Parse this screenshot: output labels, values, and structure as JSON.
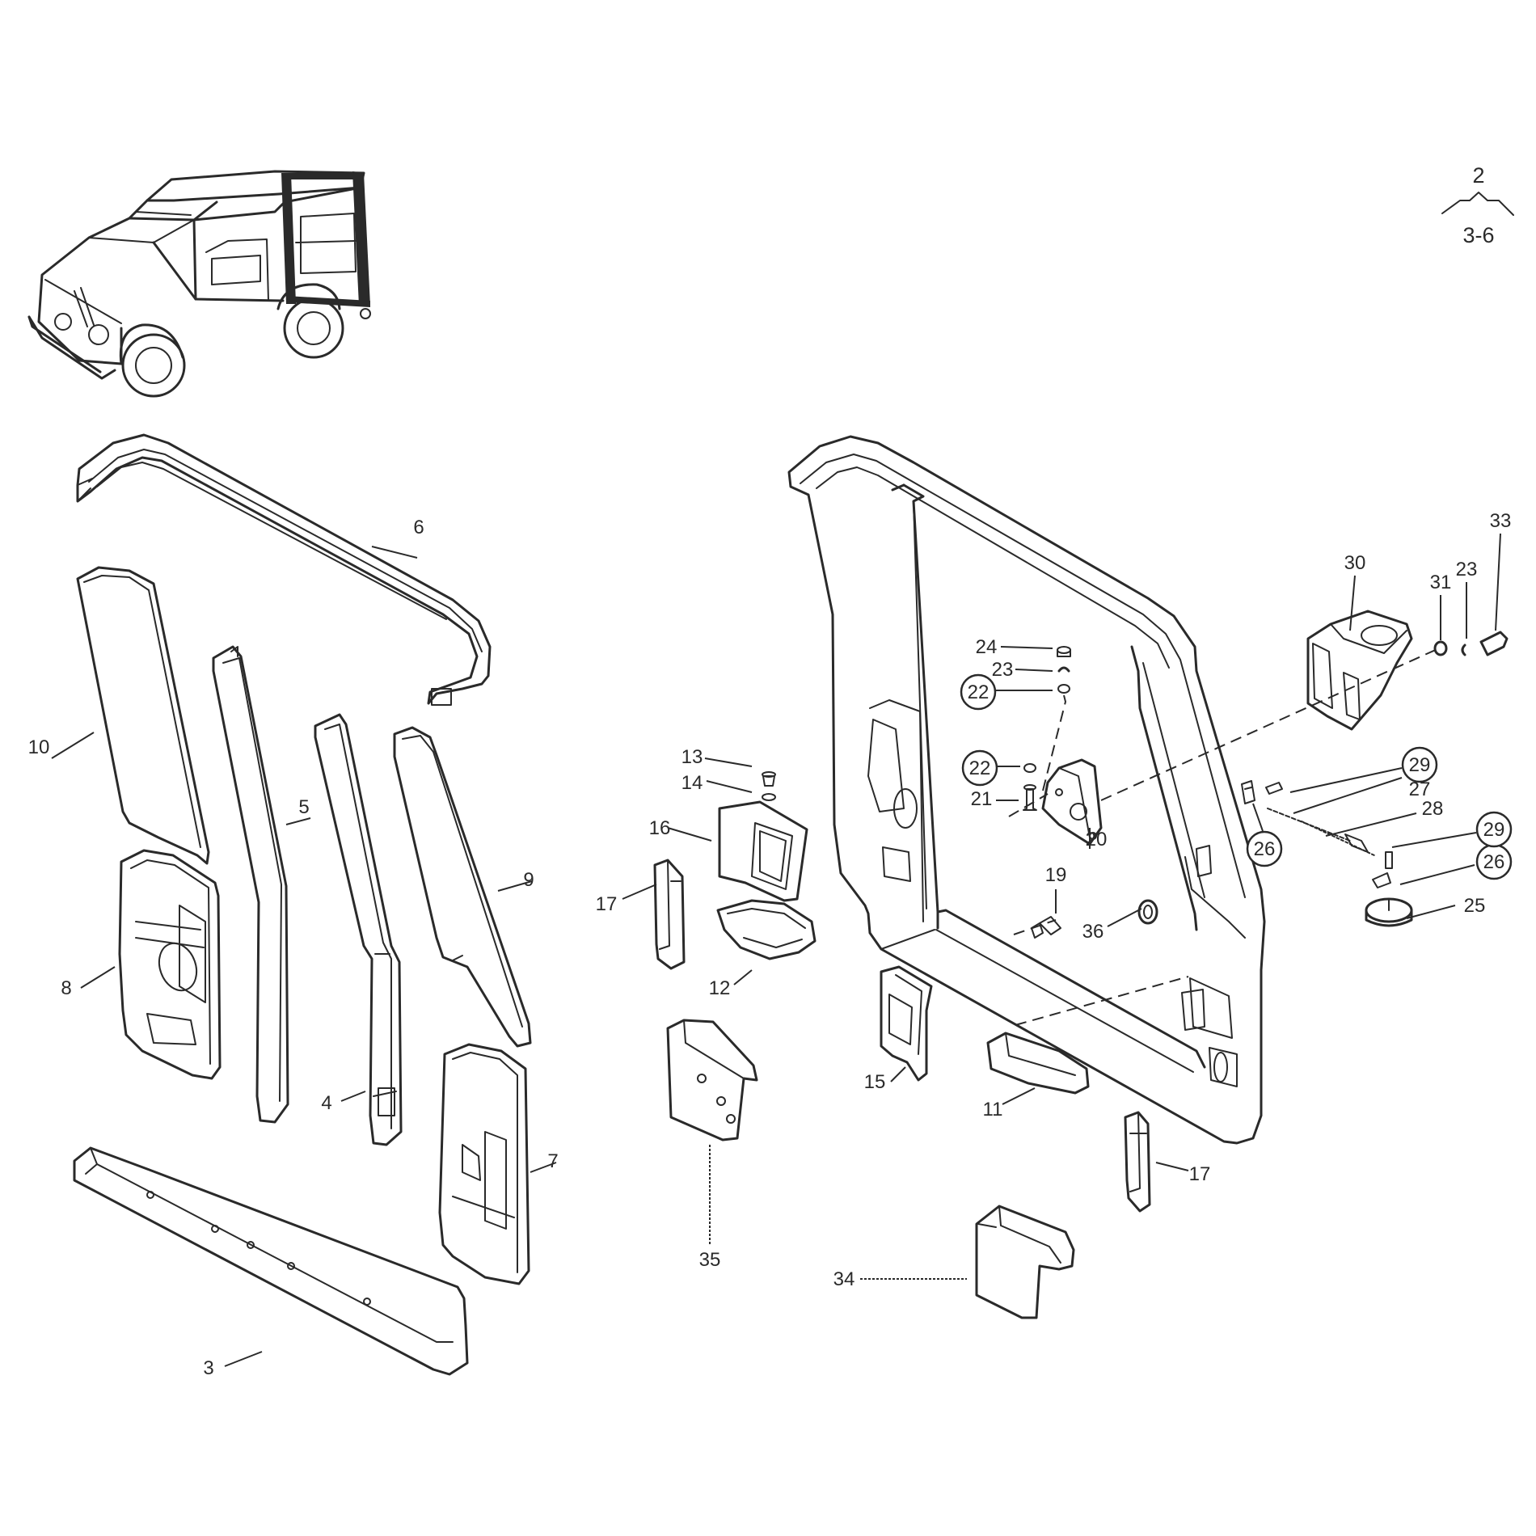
{
  "reference": {
    "top": "2",
    "bottom": "3-6"
  },
  "callouts": [
    {
      "id": "c3",
      "text": "3",
      "circled": false
    },
    {
      "id": "c4",
      "text": "4",
      "circled": false
    },
    {
      "id": "c5",
      "text": "5",
      "circled": false
    },
    {
      "id": "c6",
      "text": "6",
      "circled": false
    },
    {
      "id": "c7",
      "text": "7",
      "circled": false
    },
    {
      "id": "c8",
      "text": "8",
      "circled": false
    },
    {
      "id": "c9",
      "text": "9",
      "circled": false
    },
    {
      "id": "c10",
      "text": "10",
      "circled": false
    },
    {
      "id": "c11",
      "text": "11",
      "circled": false
    },
    {
      "id": "c12",
      "text": "12",
      "circled": false
    },
    {
      "id": "c13",
      "text": "13",
      "circled": false
    },
    {
      "id": "c14",
      "text": "14",
      "circled": false
    },
    {
      "id": "c15",
      "text": "15",
      "circled": false
    },
    {
      "id": "c16",
      "text": "16",
      "circled": false
    },
    {
      "id": "c17a",
      "text": "17",
      "circled": false
    },
    {
      "id": "c17b",
      "text": "17",
      "circled": false
    },
    {
      "id": "c19",
      "text": "19",
      "circled": false
    },
    {
      "id": "c20",
      "text": "20",
      "circled": false
    },
    {
      "id": "c21",
      "text": "21",
      "circled": false
    },
    {
      "id": "c22a",
      "text": "22",
      "circled": true
    },
    {
      "id": "c22b",
      "text": "22",
      "circled": true
    },
    {
      "id": "c23a",
      "text": "23",
      "circled": false
    },
    {
      "id": "c23b",
      "text": "23",
      "circled": false
    },
    {
      "id": "c24",
      "text": "24",
      "circled": false
    },
    {
      "id": "c25",
      "text": "25",
      "circled": false
    },
    {
      "id": "c26a",
      "text": "26",
      "circled": true
    },
    {
      "id": "c26b",
      "text": "26",
      "circled": true
    },
    {
      "id": "c27",
      "text": "27",
      "circled": false
    },
    {
      "id": "c28",
      "text": "28",
      "circled": false
    },
    {
      "id": "c29a",
      "text": "29",
      "circled": true
    },
    {
      "id": "c29b",
      "text": "29",
      "circled": true
    },
    {
      "id": "c30",
      "text": "30",
      "circled": false
    },
    {
      "id": "c31",
      "text": "31",
      "circled": false
    },
    {
      "id": "c33",
      "text": "33",
      "circled": false
    },
    {
      "id": "c34",
      "text": "34",
      "circled": false
    },
    {
      "id": "c35",
      "text": "35",
      "circled": false
    },
    {
      "id": "c36",
      "text": "36",
      "circled": false
    }
  ]
}
